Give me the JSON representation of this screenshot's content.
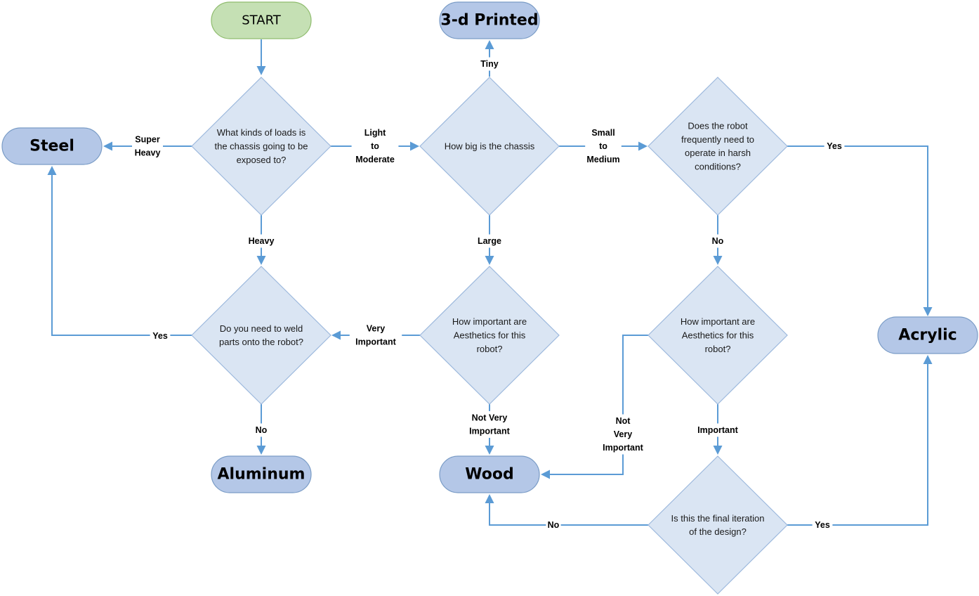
{
  "colors": {
    "start_fill": "#c5e0b4",
    "start_stroke": "#8fbc6e",
    "terminal_fill": "#b4c7e7",
    "terminal_stroke": "#7a9cc6",
    "decision_fill": "#dae5f3",
    "decision_stroke": "#9db9dd",
    "edge": "#5b9bd5"
  },
  "nodes": {
    "start": {
      "label": "START"
    },
    "printed": {
      "label": "3-d Printed"
    },
    "steel": {
      "label": "Steel"
    },
    "acrylic": {
      "label": "Acrylic"
    },
    "aluminum": {
      "label": "Aluminum"
    },
    "wood": {
      "label": "Wood"
    },
    "loads": {
      "lines": [
        "What kinds of loads is",
        "the chassis going to be",
        "exposed to?"
      ]
    },
    "size": {
      "lines": [
        "How big is the chassis"
      ]
    },
    "harsh": {
      "lines": [
        "Does the robot",
        "frequently need to",
        "operate in harsh",
        "conditions?"
      ]
    },
    "weld": {
      "lines": [
        "Do you need to weld",
        "parts onto the robot?"
      ]
    },
    "aesthetics_mid": {
      "lines": [
        "How important are",
        "Aesthetics for this",
        "robot?"
      ]
    },
    "aesthetics_right": {
      "lines": [
        "How important are",
        "Aesthetics for this",
        "robot?"
      ]
    },
    "final": {
      "lines": [
        "Is this the final iteration",
        "of the design?"
      ]
    }
  },
  "edges": {
    "super_heavy": {
      "lines": [
        "Super",
        "Heavy"
      ]
    },
    "light_moderate": {
      "lines": [
        "Light",
        "to",
        "Moderate"
      ]
    },
    "heavy": {
      "lines": [
        "Heavy"
      ]
    },
    "tiny": {
      "lines": [
        "Tiny"
      ]
    },
    "small_medium": {
      "lines": [
        "Small",
        "to",
        "Medium"
      ]
    },
    "large": {
      "lines": [
        "Large"
      ]
    },
    "harsh_yes": {
      "lines": [
        "Yes"
      ]
    },
    "harsh_no": {
      "lines": [
        "No"
      ]
    },
    "weld_yes": {
      "lines": [
        "Yes"
      ]
    },
    "weld_no": {
      "lines": [
        "No"
      ]
    },
    "very_important": {
      "lines": [
        "Very",
        "Important"
      ]
    },
    "not_very_important_mid": {
      "lines": [
        "Not Very",
        "Important"
      ]
    },
    "not_very_important_right": {
      "lines": [
        "Not",
        "Very",
        "Important"
      ]
    },
    "important": {
      "lines": [
        "Important"
      ]
    },
    "final_no": {
      "lines": [
        "No"
      ]
    },
    "final_yes": {
      "lines": [
        "Yes"
      ]
    }
  }
}
